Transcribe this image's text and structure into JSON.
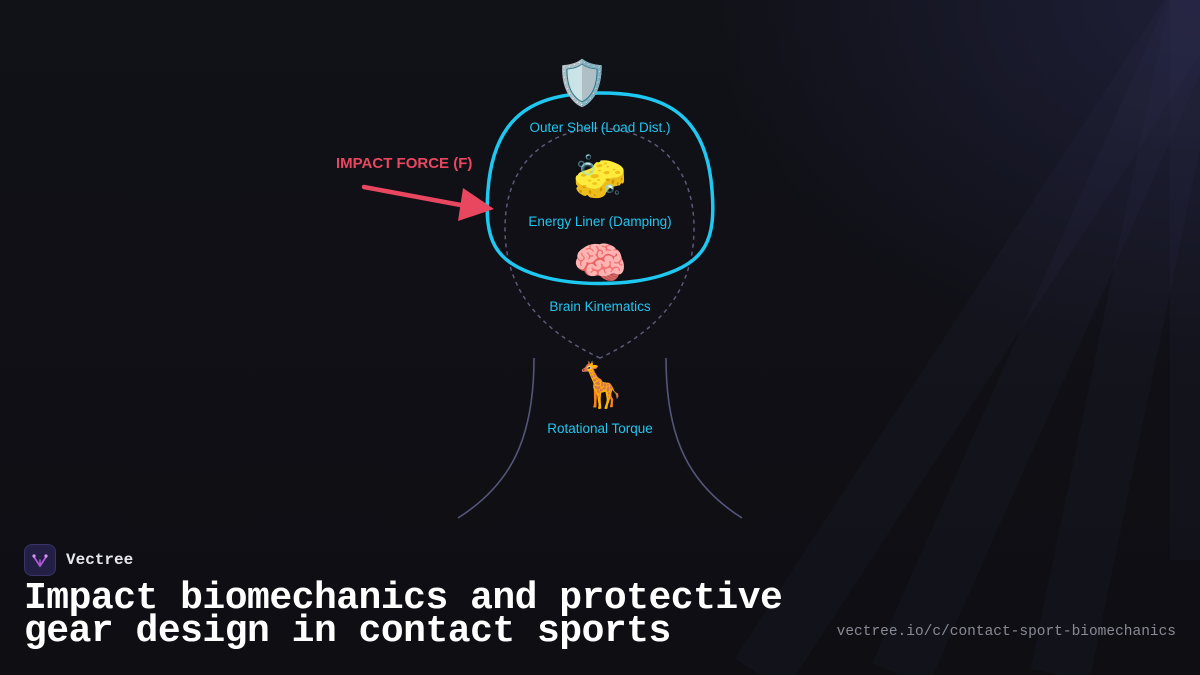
{
  "diagram": {
    "impact_label": "IMPACT FORCE (F)",
    "layers": [
      {
        "label": "Outer Shell (Load Dist.)",
        "icon": "shield-icon",
        "glyph": "🛡️"
      },
      {
        "label": "Energy Liner (Damping)",
        "icon": "sponge-icon",
        "glyph": "🧽"
      },
      {
        "label": "Brain Kinematics",
        "icon": "brain-icon",
        "glyph": "🧠"
      },
      {
        "label": "Rotational Torque",
        "icon": "giraffe-icon",
        "glyph": "🦒"
      }
    ],
    "colors": {
      "shell": "#1ec8f0",
      "arrow": "#e8475f",
      "head_outline": "#5a5a78"
    }
  },
  "footer": {
    "brand_name": "Vectree",
    "title": "Impact biomechanics and protective gear design in contact sports",
    "url": "vectree.io/c/contact-sport-biomechanics"
  }
}
